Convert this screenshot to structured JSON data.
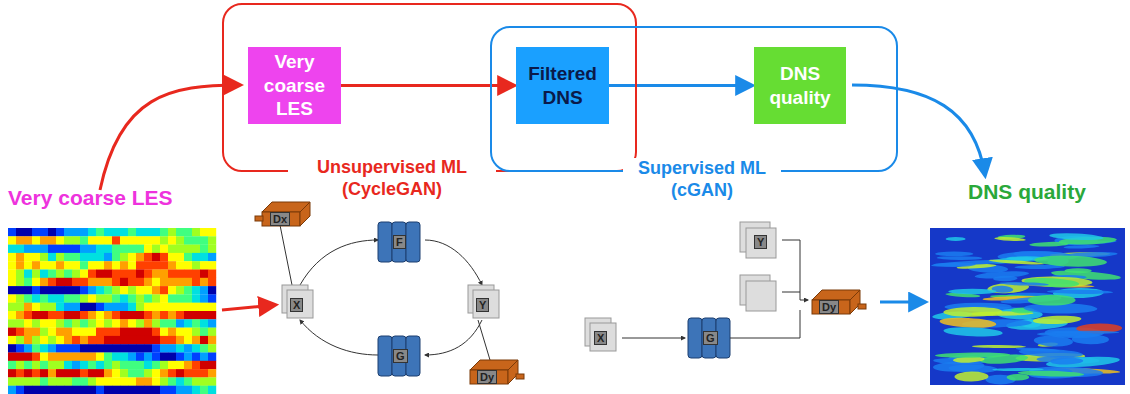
{
  "diagram": {
    "nodes": [
      {
        "text": [
          "Unsupervised ML (CycleGAN)"
        ]
      },
      {
        "text": [
          "Supervised ML (cGAN)"
        ]
      },
      {
        "text": [
          "Very coarse LES"
        ],
        "in": 0
      },
      {
        "text": [
          "Filtered DNS"
        ]
      },
      {
        "text": [
          "DNS quality"
        ],
        "in": 1
      }
    ],
    "edges": [
      {
        "from": 2,
        "to": 3,
        "arrow": "to"
      },
      {
        "from": 3,
        "to": 4,
        "arrow": "to"
      }
    ],
    "labels": [
      "Very coarse LES",
      "DNS quality",
      "X",
      "Y",
      "F",
      "G",
      "Dx",
      "Dy",
      "Y",
      "X",
      "G",
      "Dy"
    ]
  }
}
